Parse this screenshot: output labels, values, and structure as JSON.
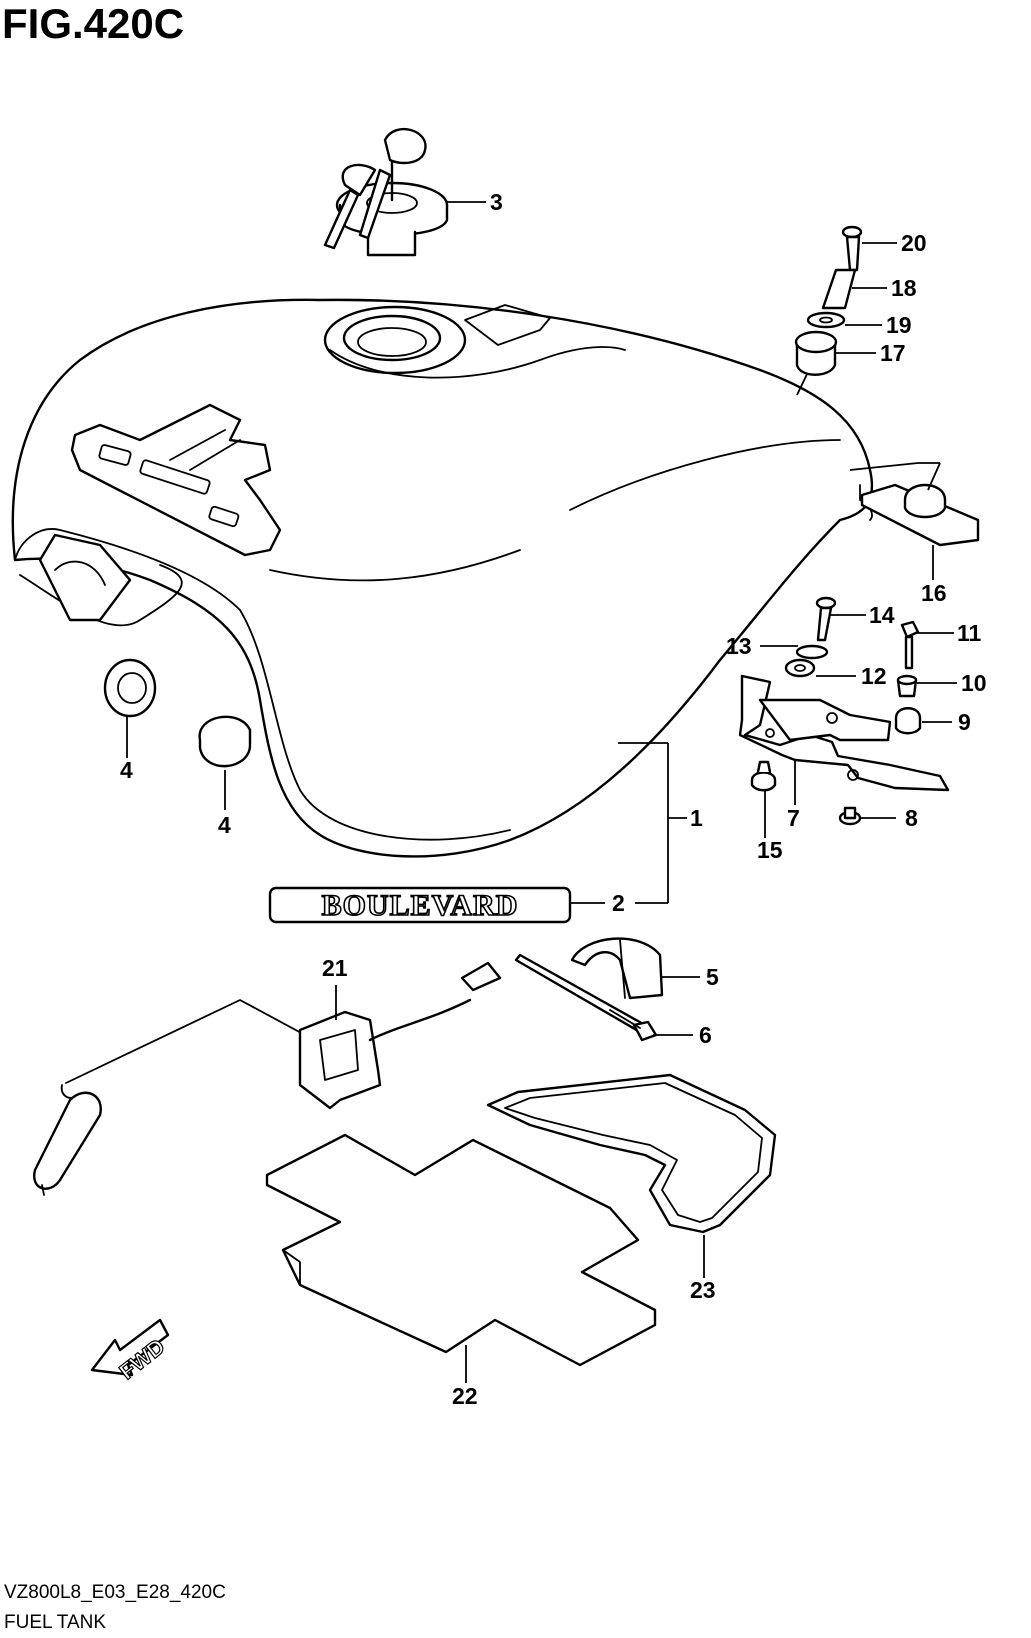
{
  "figure": {
    "title": "FIG.420C",
    "model_code": "VZ800L8_E03_E28_420C",
    "section_name": "FUEL TANK"
  },
  "emblem_text": "BOULEVARD",
  "direction_marker": "FWD",
  "callouts": {
    "c1": "1",
    "c2": "2",
    "c3": "3",
    "c4a": "4",
    "c4b": "4",
    "c5": "5",
    "c6": "6",
    "c7": "7",
    "c8": "8",
    "c9": "9",
    "c10": "10",
    "c11": "11",
    "c12": "12",
    "c13": "13",
    "c14": "14",
    "c15": "15",
    "c16": "16",
    "c17": "17",
    "c18": "18",
    "c19": "19",
    "c20": "20",
    "c21": "21",
    "c22": "22",
    "c23": "23"
  }
}
